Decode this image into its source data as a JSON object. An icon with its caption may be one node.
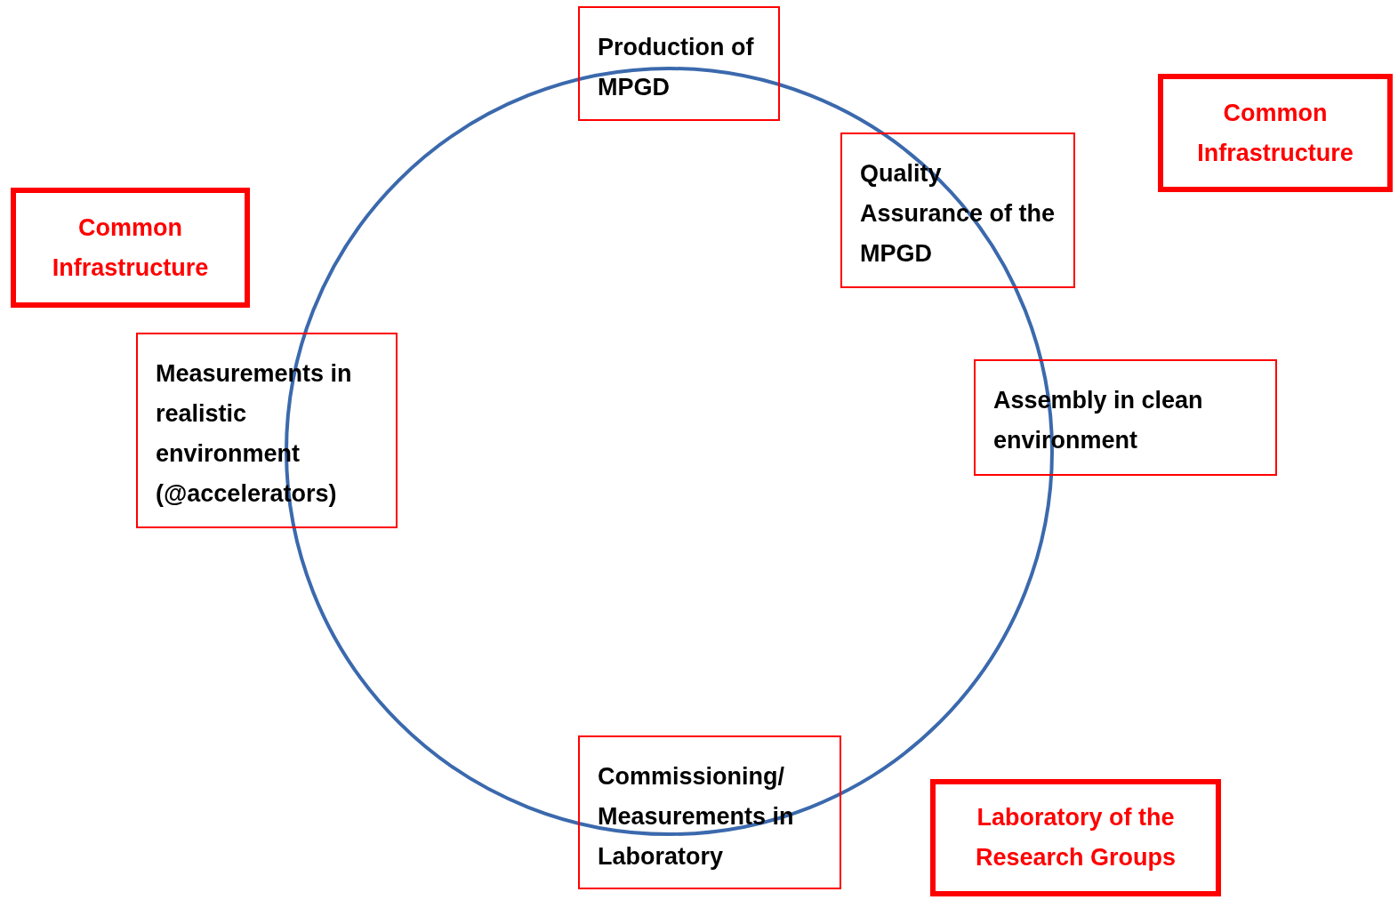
{
  "diagram": {
    "nodes": [
      {
        "text": [],
        "shape": "circle"
      },
      {
        "text": [
          "Production of MPGD"
        ]
      },
      {
        "text": [
          "Common Infrastructure"
        ]
      },
      {
        "text": [
          "Quality Assurance of the MPGD"
        ]
      },
      {
        "text": [
          "Common Infrastructure"
        ]
      },
      {
        "text": [
          "Measurements in realistic environment (@accelerators)"
        ]
      },
      {
        "text": [
          "Assembly in clean environment"
        ]
      },
      {
        "text": [
          "Commissioning/ Measurements in Laboratory"
        ]
      },
      {
        "text": [
          "Laboratory of the Research Groups"
        ]
      }
    ]
  }
}
